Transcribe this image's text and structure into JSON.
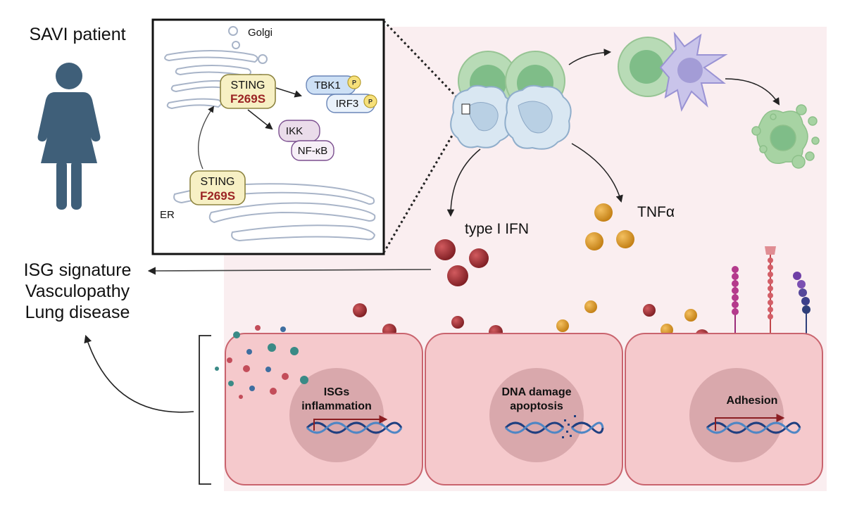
{
  "patient": {
    "title": "SAVI patient"
  },
  "outcomes": [
    "ISG signature",
    "Vasculopathy",
    "Lung disease"
  ],
  "inset": {
    "golgi": "Golgi",
    "er": "ER",
    "sting_top": {
      "name": "STING",
      "mutation": "F269S"
    },
    "sting_bottom": {
      "name": "STING",
      "mutation": "F269S"
    },
    "tbk1": "TBK1",
    "irf3": "IRF3",
    "phospho": "P",
    "ikk": "IKK",
    "nfkb": "NF-κB"
  },
  "cytokines": {
    "ifn": "type I IFN",
    "tnf": "TNFα"
  },
  "cells": [
    {
      "line1": "ISGs",
      "line2": "inflammation"
    },
    {
      "line1": "DNA damage",
      "line2": "apoptosis"
    },
    {
      "line1": "Adhesion",
      "line2": ""
    }
  ],
  "colors": {
    "ifn": "#9b2b30",
    "tnf": "#d8911f",
    "endothelium": "#f5c9cc",
    "nucleus": "#d9a8ac",
    "sting_box": "#f7f0c4",
    "mutation_text": "#9b2424",
    "patient": "#3f5f79"
  }
}
